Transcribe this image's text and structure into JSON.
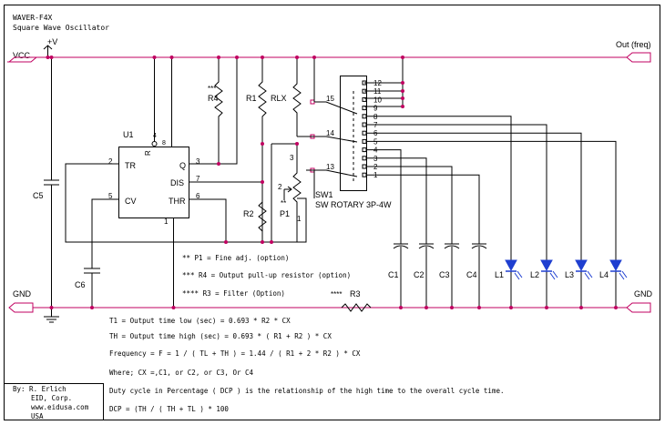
{
  "title": {
    "line1": "WAVER-F4X",
    "line2": "Square Wave Oscillator"
  },
  "rails": {
    "vcc": "VCC",
    "vplus": "+V",
    "gnd_left": "GND",
    "gnd_right": "GND",
    "out": "Out (freq)"
  },
  "u1": {
    "name": "U1",
    "pin_r": "R",
    "pin4": "4",
    "pin8": "8",
    "tr": "TR",
    "q": "Q",
    "dis": "DIS",
    "cv": "CV",
    "thr": "THR",
    "n2": "2",
    "n3": "3",
    "n7": "7",
    "n5": "5",
    "n6": "6",
    "n1": "1"
  },
  "parts": {
    "r4": "R4",
    "r4_mark": "***",
    "r1": "R1",
    "rlx": "RLX",
    "r2": "R2",
    "p1": "P1",
    "p1_mark": "**",
    "p1_pin1": "1",
    "p1_pin2": "2",
    "p1_pin3": "3",
    "c5": "C5",
    "c6": "C6",
    "c1": "C1",
    "c2": "C2",
    "c3": "C3",
    "c4": "C4",
    "l1": "L1",
    "l2": "L2",
    "l3": "L3",
    "l4": "L4",
    "r3": "R3",
    "r3_mark": "****"
  },
  "switch": {
    "name": "SW1",
    "desc": "SW ROTARY 3P-4W",
    "pins_left": [
      "15",
      "14",
      "13"
    ],
    "pins_right": [
      "12",
      "11",
      "10",
      "9",
      "8",
      "7",
      "6",
      "5",
      "4",
      "3",
      "2",
      "1"
    ]
  },
  "notes": [
    "**  P1 = Fine adj. (option)",
    "*** R4 = Output pull-up resistor (option)",
    "**** R3 =  Filter (Option)"
  ],
  "equations": [
    "T1 = Output time low (sec) = 0.693 * R2 * CX",
    "TH = Output time high (sec) = 0.693 * ( R1 + R2 ) * CX",
    "Frequency = F = 1 / ( TL + TH ) = 1.44 / ( R1 +  2 * R2 ) * CX",
    "Where; CX =,C1, or C2, or C3, Or C4",
    "Duty cycle in Percentage ( DCP ) is the relationship of the high time to the overall cycle time.",
    "DCP =  (TH / ( TH + TL ) * 100"
  ],
  "author": [
    "By: R. Erlich",
    "EID, Corp.",
    "www.eidusa.com",
    "USA"
  ],
  "colors": {
    "wire": "#000000",
    "node": "#c00060",
    "accent": "#c00060",
    "led": "#1f3fd0"
  }
}
